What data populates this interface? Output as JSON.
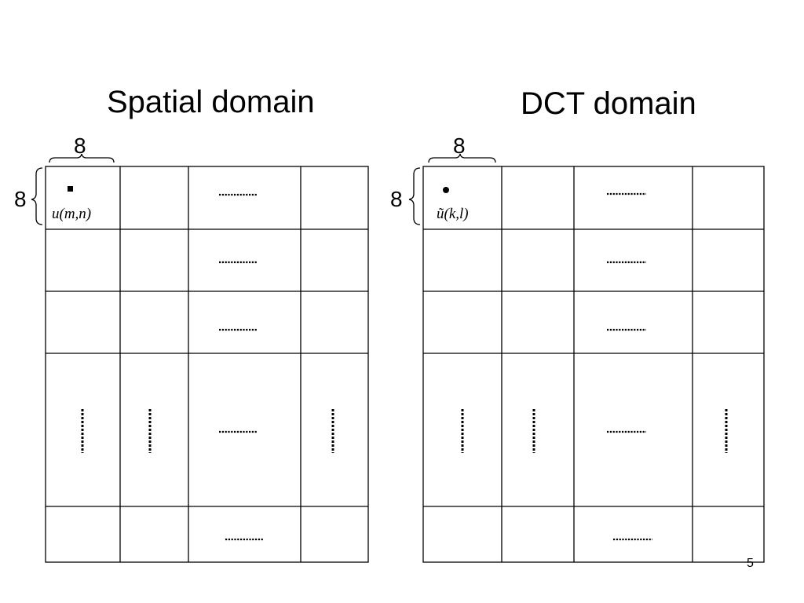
{
  "slide": {
    "page_number": "5"
  },
  "left_panel": {
    "title": "Spatial domain",
    "top_brace_label": "8",
    "side_brace_label": "8",
    "cell_label": "u(m,n)",
    "marker": "square"
  },
  "right_panel": {
    "title": "DCT domain",
    "top_brace_label": "8",
    "side_brace_label": "8",
    "cell_label": "ũ(k,l)",
    "marker": "dot"
  },
  "colors": {
    "line": "#000000",
    "background": "#ffffff"
  }
}
